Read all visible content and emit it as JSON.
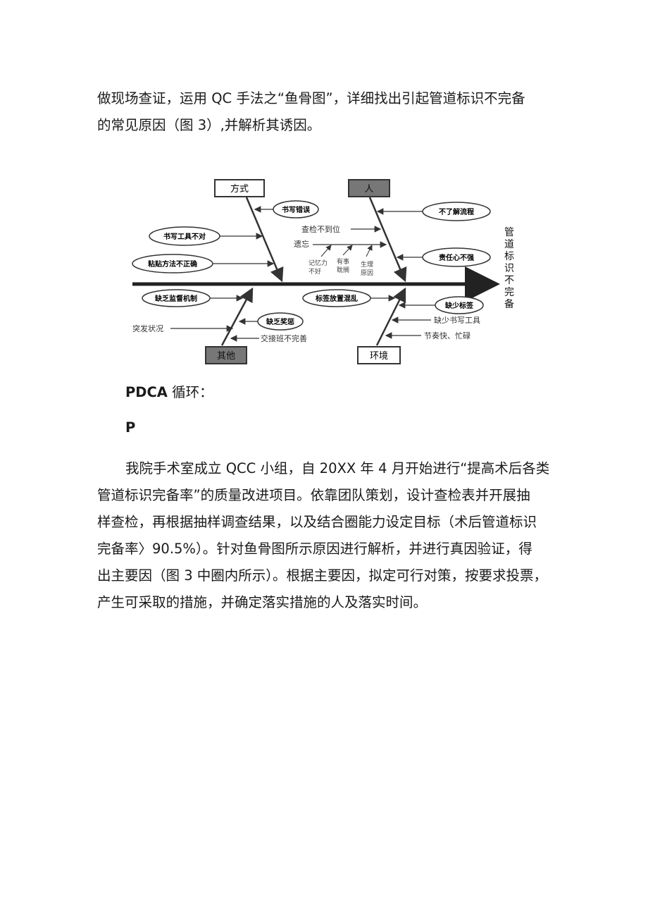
{
  "paragraph1": {
    "lines": [
      "做现场查证，运用 QC 手法之“鱼骨图”，详细找出引起管道标识不完备",
      "的常见原因（图 3）,并解析其诱因。"
    ]
  },
  "diagram": {
    "effect": "管道标识不完备",
    "categories": {
      "method": "方式",
      "person": "人",
      "other": "其他",
      "environment": "环境"
    },
    "causes": {
      "writing_error": "书写错误",
      "writing_tool_wrong": "书写工具不对",
      "sticking_method_wrong": "粘贴方法不正确",
      "check_not_done": "查检不到位",
      "forget": "遗忘",
      "memory_bad": "记忆力\n不好",
      "busy": "有事\n耽搁",
      "physiological": "生理\n原因",
      "not_understand_process": "不了解流程",
      "irresponsible": "责任心不强",
      "lack_supervision": "缺乏监督机制",
      "emergency": "突发状况",
      "lack_reward": "缺乏奖惩",
      "handover_incomplete": "交接班不完善",
      "label_placement_confused": "标签放置混乱",
      "lack_labels": "缺少标签",
      "lack_writing_tools": "缺少书写工具",
      "fast_pace_busy": "节奏快、忙碌"
    }
  },
  "heading_pdca": {
    "bold": "PDCA",
    "rest": " 循环："
  },
  "heading_p": "P",
  "paragraph2": {
    "lines": [
      "我院手术室成立 QCC 小组，自 20XX 年 4 月开始进行“提高术后各类",
      "管道标识完备率”的质量改进项目。依靠团队策划，设计查检表并开展抽",
      "样查检，再根据抽样调查结果，以及结合圈能力设定目标（术后管道标识",
      "完备率〉90.5%）。针对鱼骨图所示原因进行解析，并进行真因验证，得",
      "出主要因（图 3 中圈内所示）。根据主要因，拟定可行对策，按要求投票，",
      "产生可采取的措施，并确定落实措施的人及落实时间。"
    ]
  }
}
